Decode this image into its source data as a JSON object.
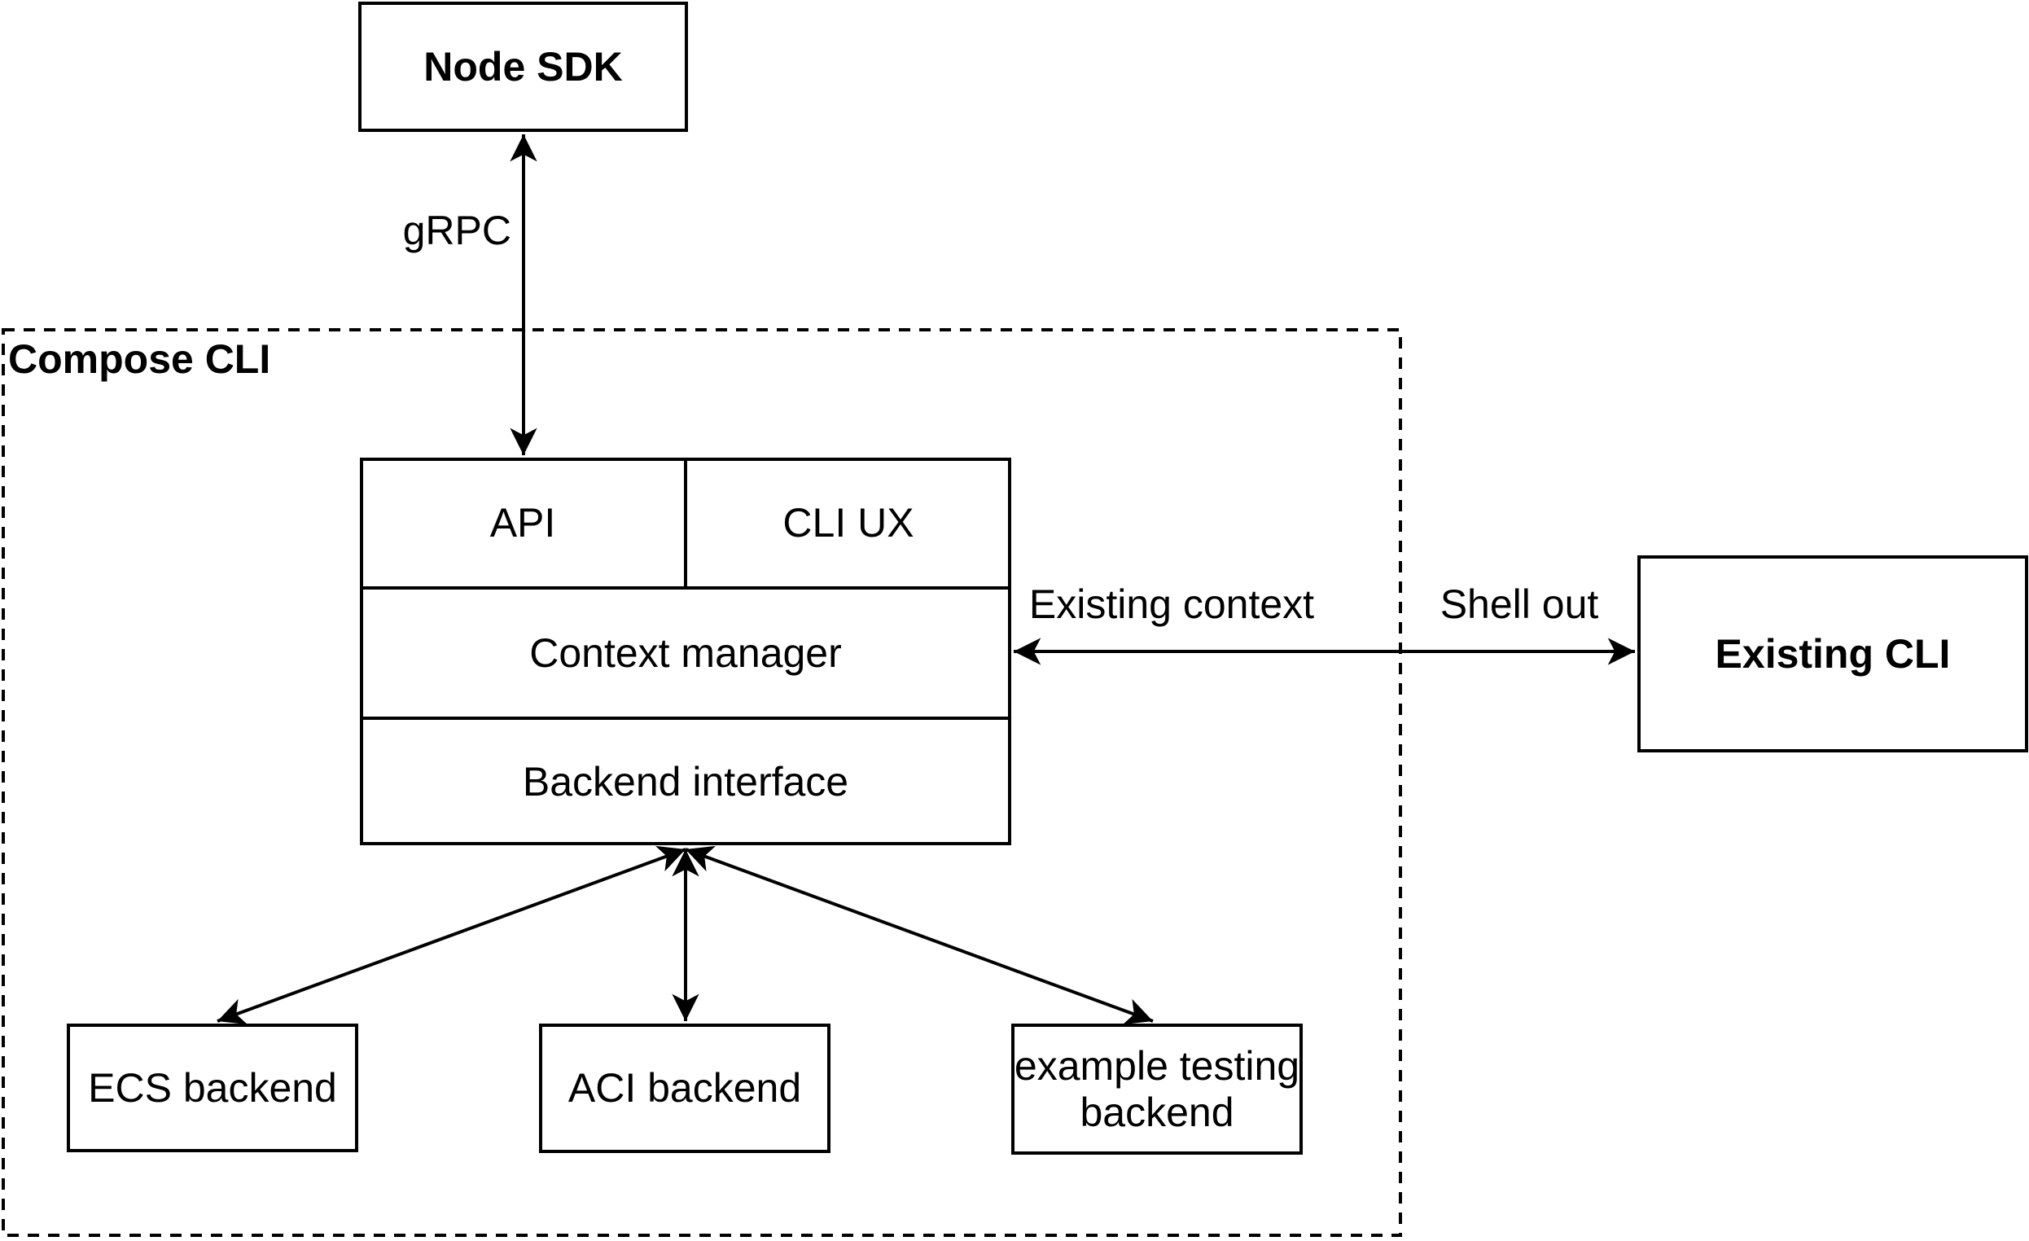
{
  "colors": {
    "background": "#ffffff",
    "line": "#000000",
    "text": "#000000",
    "node_fill": "#ffffff"
  },
  "nodes": {
    "node_sdk": {
      "label": "Node SDK"
    },
    "compose_cli_container": {
      "label": "Compose CLI"
    },
    "api": {
      "label": "API"
    },
    "cli_ux": {
      "label": "CLI UX"
    },
    "context_manager": {
      "label": "Context manager"
    },
    "backend_interface": {
      "label": "Backend interface"
    },
    "existing_cli": {
      "label": "Existing CLI"
    },
    "ecs_backend": {
      "label": "ECS backend"
    },
    "aci_backend": {
      "label": "ACI backend"
    },
    "example_testing_backend": {
      "label": "example testing\nbackend"
    }
  },
  "edges": {
    "grpc": {
      "label": "gRPC",
      "from": "node_sdk",
      "to": "api",
      "style": "bidirectional"
    },
    "context_shell": {
      "labels": [
        "Existing context",
        "Shell out"
      ],
      "from": "context_manager",
      "to": "existing_cli",
      "style": "bidirectional"
    },
    "backend_ecs": {
      "from": "backend_interface",
      "to": "ecs_backend",
      "style": "bidirectional"
    },
    "backend_aci": {
      "from": "backend_interface",
      "to": "aci_backend",
      "style": "bidirectional"
    },
    "backend_example": {
      "from": "backend_interface",
      "to": "example_testing_backend",
      "style": "bidirectional"
    }
  }
}
